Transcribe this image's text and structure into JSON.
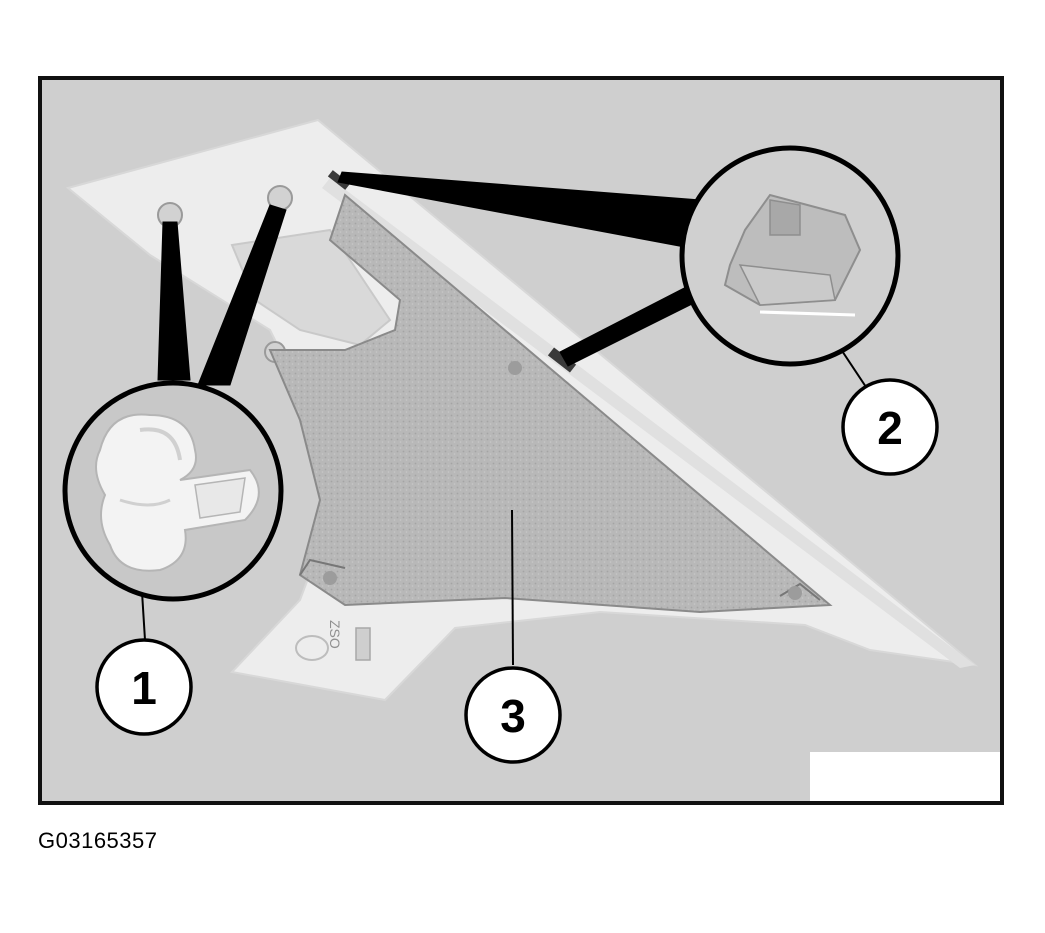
{
  "figure": {
    "code": "G03165357",
    "callouts": [
      {
        "id": 1,
        "label": "1"
      },
      {
        "id": 2,
        "label": "2"
      },
      {
        "id": 3,
        "label": "3"
      }
    ],
    "part_marking": "ZSO",
    "colors": {
      "panel_background": "#cfcfcf",
      "frame": "#111111",
      "trim": "#ededed",
      "felt": "#b9b9b9",
      "clip": "#bdbdbd",
      "line": "#000000"
    }
  }
}
